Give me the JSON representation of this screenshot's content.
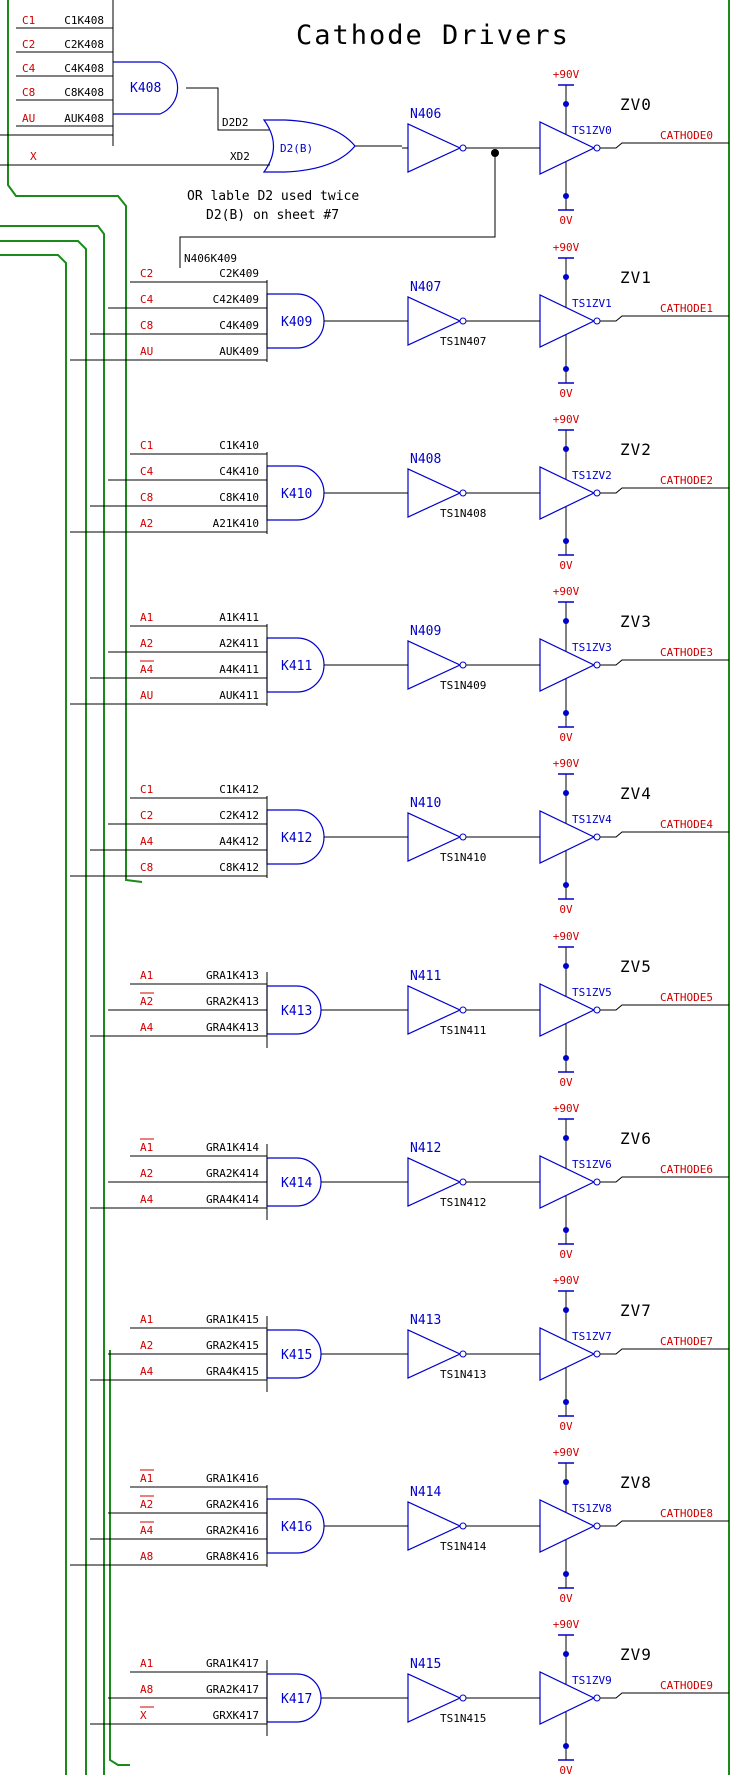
{
  "title": "Cathode Drivers",
  "note": {
    "line1": "OR lable D2 used twice",
    "line2": "D2(B) on sheet #7"
  },
  "supply": {
    "plus": "+90V",
    "ground": "0V"
  },
  "k408": {
    "ref": "K408",
    "inputs": [
      {
        "sig": "C1",
        "net": "C1K408"
      },
      {
        "sig": "C2",
        "net": "C2K408"
      },
      {
        "sig": "C4",
        "net": "C4K408"
      },
      {
        "sig": "C8",
        "net": "C8K408"
      },
      {
        "sig": "AU",
        "net": "AUK408"
      }
    ]
  },
  "orgate": {
    "ref": "D2(B)",
    "in1_net": "D2D2",
    "in2_net": "XD2",
    "in2_sig": "X",
    "feedback_net": "N406K409"
  },
  "stages": [
    {
      "zv": "ZV0",
      "inv": "N406",
      "inv_net": "",
      "ts": "TS1ZV0",
      "cathode": "CATHODE0",
      "gate": "",
      "inputs": []
    },
    {
      "zv": "ZV1",
      "inv": "N407",
      "inv_net": "TS1N407",
      "ts": "TS1ZV1",
      "cathode": "CATHODE1",
      "gate": "K409",
      "inputs": [
        {
          "sig": "C2",
          "net": "C2K409"
        },
        {
          "sig": "C4",
          "net": "C42K409"
        },
        {
          "sig": "C8",
          "net": "C4K409"
        },
        {
          "sig": "AU",
          "net": "AUK409"
        }
      ]
    },
    {
      "zv": "ZV2",
      "inv": "N408",
      "inv_net": "TS1N408",
      "ts": "TS1ZV2",
      "cathode": "CATHODE2",
      "gate": "K410",
      "inputs": [
        {
          "sig": "C1",
          "net": "C1K410"
        },
        {
          "sig": "C4",
          "net": "C4K410"
        },
        {
          "sig": "C8",
          "net": "C8K410"
        },
        {
          "sig": "A2",
          "net": "A21K410"
        }
      ]
    },
    {
      "zv": "ZV3",
      "inv": "N409",
      "inv_net": "TS1N409",
      "ts": "TS1ZV3",
      "cathode": "CATHODE3",
      "gate": "K411",
      "inputs": [
        {
          "sig": "A1",
          "net": "A1K411"
        },
        {
          "sig": "A2",
          "net": "A2K411"
        },
        {
          "sig": "A4",
          "net": "A4K411",
          "bar": true
        },
        {
          "sig": "AU",
          "net": "AUK411"
        }
      ]
    },
    {
      "zv": "ZV4",
      "inv": "N410",
      "inv_net": "TS1N410",
      "ts": "TS1ZV4",
      "cathode": "CATHODE4",
      "gate": "K412",
      "inputs": [
        {
          "sig": "C1",
          "net": "C1K412"
        },
        {
          "sig": "C2",
          "net": "C2K412"
        },
        {
          "sig": "A4",
          "net": "A4K412"
        },
        {
          "sig": "C8",
          "net": "C8K412"
        }
      ]
    },
    {
      "zv": "ZV5",
      "inv": "N411",
      "inv_net": "TS1N411",
      "ts": "TS1ZV5",
      "cathode": "CATHODE5",
      "gate": "K413",
      "inputs": [
        {
          "sig": "A1",
          "net": "GRA1K413"
        },
        {
          "sig": "A2",
          "net": "GRA2K413",
          "bar": true
        },
        {
          "sig": "A4",
          "net": "GRA4K413"
        }
      ]
    },
    {
      "zv": "ZV6",
      "inv": "N412",
      "inv_net": "TS1N412",
      "ts": "TS1ZV6",
      "cathode": "CATHODE6",
      "gate": "K414",
      "inputs": [
        {
          "sig": "A1",
          "net": "GRA1K414",
          "bar": true
        },
        {
          "sig": "A2",
          "net": "GRA2K414"
        },
        {
          "sig": "A4",
          "net": "GRA4K414"
        }
      ]
    },
    {
      "zv": "ZV7",
      "inv": "N413",
      "inv_net": "TS1N413",
      "ts": "TS1ZV7",
      "cathode": "CATHODE7",
      "gate": "K415",
      "inputs": [
        {
          "sig": "A1",
          "net": "GRA1K415"
        },
        {
          "sig": "A2",
          "net": "GRA2K415"
        },
        {
          "sig": "A4",
          "net": "GRA4K415"
        }
      ]
    },
    {
      "zv": "ZV8",
      "inv": "N414",
      "inv_net": "TS1N414",
      "ts": "TS1ZV8",
      "cathode": "CATHODE8",
      "gate": "K416",
      "inputs": [
        {
          "sig": "A1",
          "net": "GRA1K416",
          "bar": true
        },
        {
          "sig": "A2",
          "net": "GRA2K416",
          "bar": true
        },
        {
          "sig": "A4",
          "net": "GRA2K416",
          "bar": true
        },
        {
          "sig": "A8",
          "net": "GRA8K416"
        }
      ]
    },
    {
      "zv": "ZV9",
      "inv": "N415",
      "inv_net": "TS1N415",
      "ts": "TS1ZV9",
      "cathode": "CATHODE9",
      "gate": "K417",
      "inputs": [
        {
          "sig": "A1",
          "net": "GRA1K417"
        },
        {
          "sig": "A8",
          "net": "GRA2K417"
        },
        {
          "sig": "X",
          "net": "GRXK417",
          "bar": true
        }
      ]
    }
  ],
  "colors": {
    "wire": "#000000",
    "bus": "#1a8a1a",
    "component": "#0000cc",
    "signal": "#d00000",
    "junction": "#000000"
  }
}
